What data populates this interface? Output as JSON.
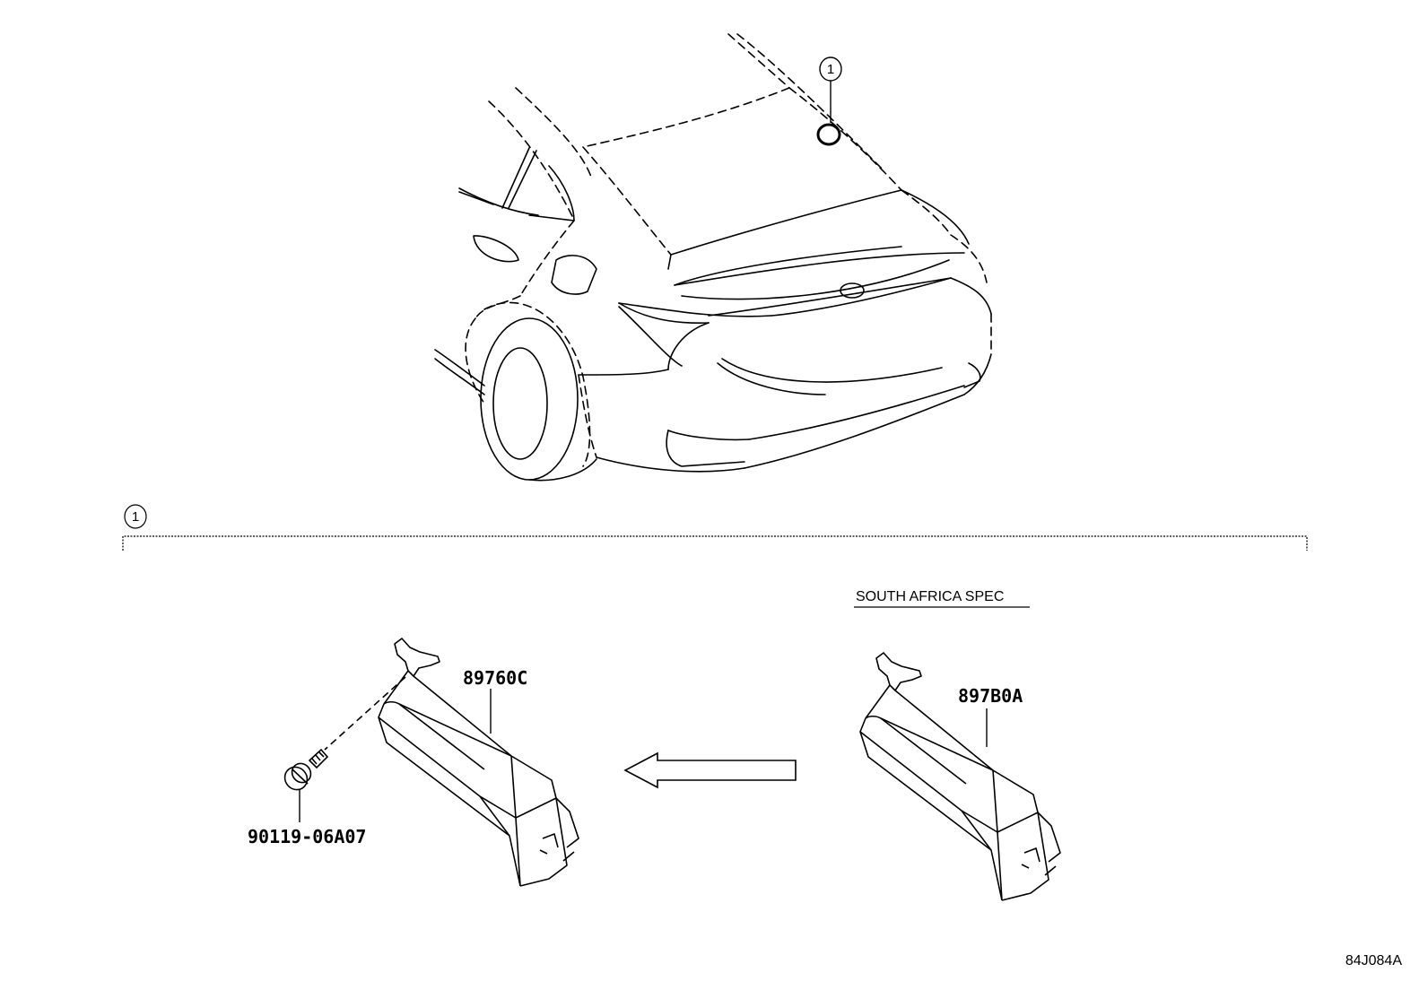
{
  "diagram": {
    "callout_number": "1",
    "spec_label": "SOUTH AFRICA SPEC",
    "parts": {
      "module_standard": "89760C",
      "module_south_africa": "897B0A",
      "bolt": "90119-06A07"
    },
    "reference_code": "84J084A",
    "colors": {
      "line": "#000000",
      "background": "#ffffff"
    }
  }
}
